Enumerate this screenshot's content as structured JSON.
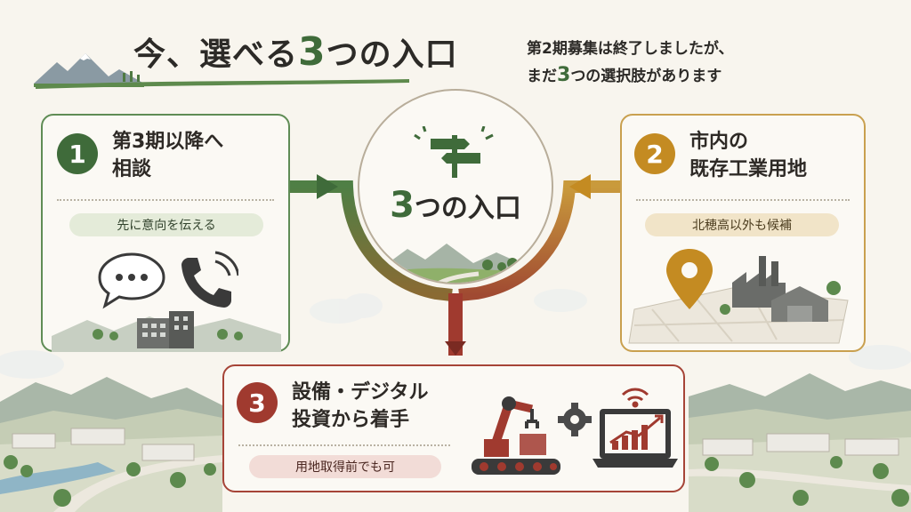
{
  "header": {
    "title_prefix": "今、選べる",
    "title_number": "3",
    "title_suffix": "つの入口",
    "subtitle_line1": "第2期募集は終了しましたが、",
    "subtitle_line2_prefix": "まだ",
    "subtitle_line2_number": "3",
    "subtitle_line2_suffix": "つの選択肢があります"
  },
  "center": {
    "number": "3",
    "label": "つの入口"
  },
  "options": [
    {
      "number": "1",
      "title_line1": "第3期以降へ",
      "title_line2": "相談",
      "tag": "先に意向を伝える",
      "color": "#3f6b3a",
      "icons": [
        "chat-bubble-icon",
        "phone-icon",
        "office-building-icon"
      ]
    },
    {
      "number": "2",
      "title_line1": "市内の",
      "title_line2": "既存工業用地",
      "tag": "北穂高以外も候補",
      "color": "#c48b22",
      "icons": [
        "map-pin-icon",
        "factory-icon",
        "warehouse-icon"
      ]
    },
    {
      "number": "3",
      "title_line1": "設備・デジタル",
      "title_line2": "投資から着手",
      "tag": "用地取得前でも可",
      "color": "#a03a2f",
      "icons": [
        "robot-arm-icon",
        "gear-icon",
        "laptop-chart-icon",
        "wifi-icon"
      ]
    }
  ],
  "colors": {
    "green": "#3f6b3a",
    "gold": "#c48b22",
    "red": "#a03a2f",
    "background": "#f8f5ee"
  }
}
